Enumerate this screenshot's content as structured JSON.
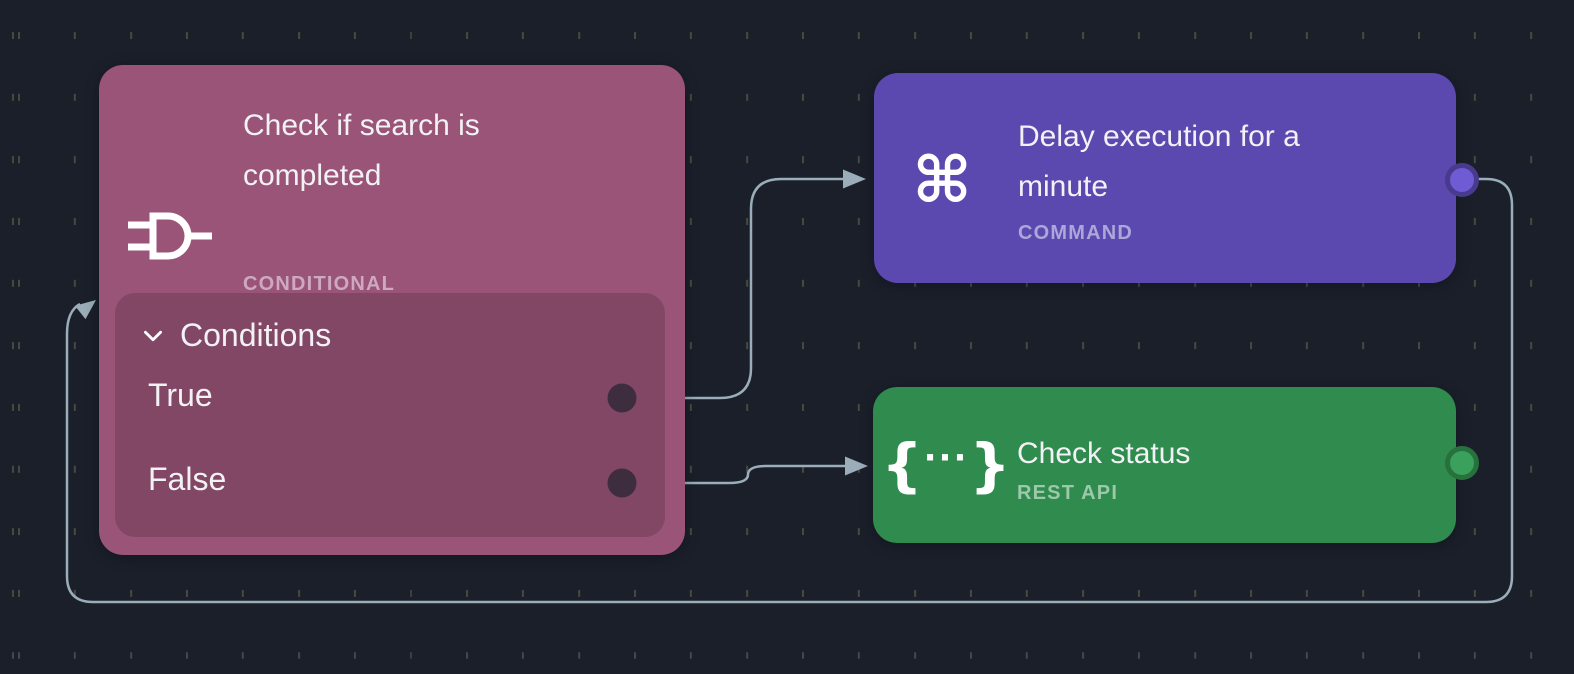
{
  "theme": {
    "background": "#1a1f2a",
    "grid_dot": "#454a40",
    "wire": "#9aadb8",
    "text": "#f2f2f5",
    "conditional_node": "#9a5478",
    "conditional_panel_overlay": "rgba(0,0,0,0.15)",
    "conditional_type_text": "#cda8c0",
    "port_dark": "#3e2d3e",
    "command_node": "#5b49b0",
    "command_type_text": "#aca6d9",
    "command_port": "#6f5cd4",
    "command_port_ring": "#483a8c",
    "rest_node": "#2f8b4e",
    "rest_type_text": "#9cc9a9",
    "rest_port": "#3aa15c",
    "rest_port_ring": "#27713d"
  },
  "nodes": {
    "conditional": {
      "title": "Check if search is completed",
      "type_label": "CONDITIONAL",
      "icon": "logic-gate-icon",
      "panel": {
        "header": "Conditions",
        "rows": [
          {
            "label": "True"
          },
          {
            "label": "False"
          }
        ]
      }
    },
    "command": {
      "title": "Delay execution for a minute",
      "type_label": "COMMAND",
      "icon": "command-key-icon",
      "icon_glyph": "⌘"
    },
    "rest": {
      "title": "Check status",
      "type_label": "REST API",
      "icon": "braces-dots-icon",
      "icon_glyph": {
        "left": "{",
        "dots": "···",
        "right": "}"
      }
    }
  },
  "wires": [
    {
      "name": "true-to-delay",
      "from": "conditional.true",
      "to": "command"
    },
    {
      "name": "false-to-check-status",
      "from": "conditional.false",
      "to": "rest"
    },
    {
      "name": "delay-loopback",
      "from": "command.out",
      "to": "conditional"
    }
  ]
}
